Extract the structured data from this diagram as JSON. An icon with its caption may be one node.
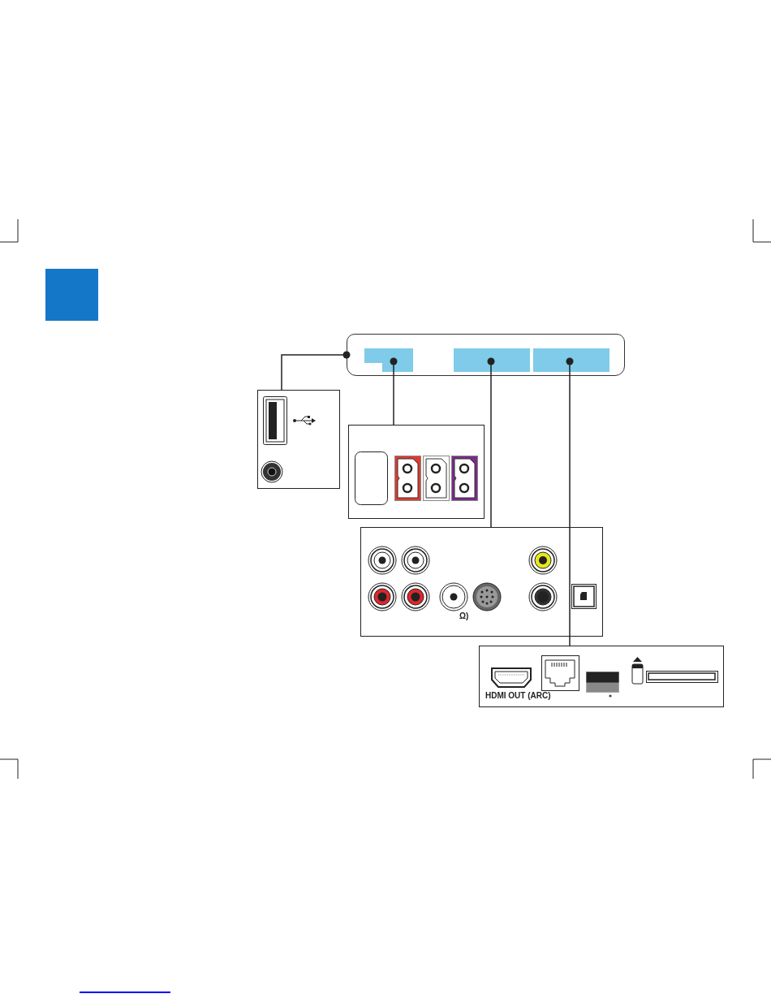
{
  "diagram": {
    "nodes": [
      {
        "text": [],
        "shape": "box"
      },
      {
        "text": [],
        "shape": "box",
        "in": 0
      },
      {
        "text": [],
        "shape": "box",
        "in": 0
      },
      {
        "text": [],
        "shape": "box",
        "in": 0
      },
      {
        "text": [],
        "shape": "box"
      },
      {
        "text": [],
        "shape": "box"
      },
      {
        "text": [],
        "shape": "box"
      },
      {
        "text": [],
        "shape": "box"
      }
    ],
    "edges": [
      {
        "from": 0,
        "to": 4,
        "arrow": "other"
      },
      {
        "from": 1,
        "to": 5,
        "arrow": "other"
      },
      {
        "from": 2,
        "to": 6,
        "arrow": "other"
      },
      {
        "from": 3,
        "to": 7,
        "arrow": "other"
      }
    ],
    "labels": [
      "Ω)",
      "HDMI OUT (ARC)"
    ]
  }
}
